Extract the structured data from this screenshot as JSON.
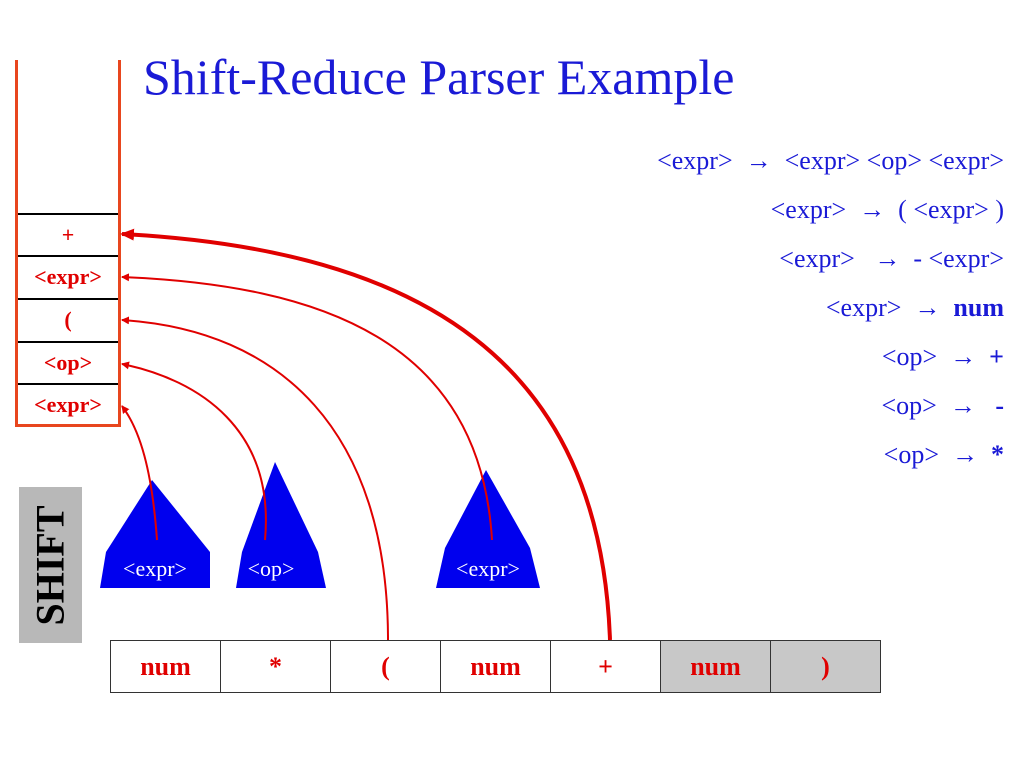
{
  "title": "Shift-Reduce Parser Example",
  "stack": {
    "items": [
      "+",
      "<expr>",
      "(",
      "<op>",
      "<expr>"
    ]
  },
  "rules": [
    {
      "lhs": "<expr>",
      "arrow": "→",
      "rhs": "<expr> <op> <expr>",
      "rhs_bold": false
    },
    {
      "lhs": "<expr>",
      "arrow": "→",
      "rhs": "( <expr> )",
      "rhs_bold": false
    },
    {
      "lhs": "<expr>",
      "arrow": "→",
      "rhs": "- <expr>",
      "rhs_bold": false
    },
    {
      "lhs": "<expr>",
      "arrow": "→",
      "rhs": "num",
      "rhs_bold": true
    },
    {
      "lhs": "<op>",
      "arrow": "→",
      "rhs": "+",
      "rhs_bold": true
    },
    {
      "lhs": "<op>",
      "arrow": "→",
      "rhs": "-",
      "rhs_bold": true
    },
    {
      "lhs": "<op>",
      "arrow": "→",
      "rhs": "*",
      "rhs_bold": true
    }
  ],
  "action_label": "SHIFT",
  "trees": [
    {
      "label": "<expr>"
    },
    {
      "label": "<op>"
    },
    {
      "label": "<expr>"
    }
  ],
  "input_tokens": [
    {
      "text": "num",
      "consumed": true
    },
    {
      "text": "*",
      "consumed": true
    },
    {
      "text": "(",
      "consumed": true
    },
    {
      "text": "num",
      "consumed": true
    },
    {
      "text": "+",
      "consumed": true
    },
    {
      "text": "num",
      "consumed": false
    },
    {
      "text": ")",
      "consumed": false
    }
  ],
  "colors": {
    "title": "#1a1ad6",
    "rules": "#1a1ad6",
    "stack_border": "#e8461e",
    "token_text": "#e00000",
    "tree_fill": "#0000ee",
    "arrow": "#e00000",
    "shift_bg": "#b8b8b8",
    "pending_bg": "#c8c8c8"
  }
}
